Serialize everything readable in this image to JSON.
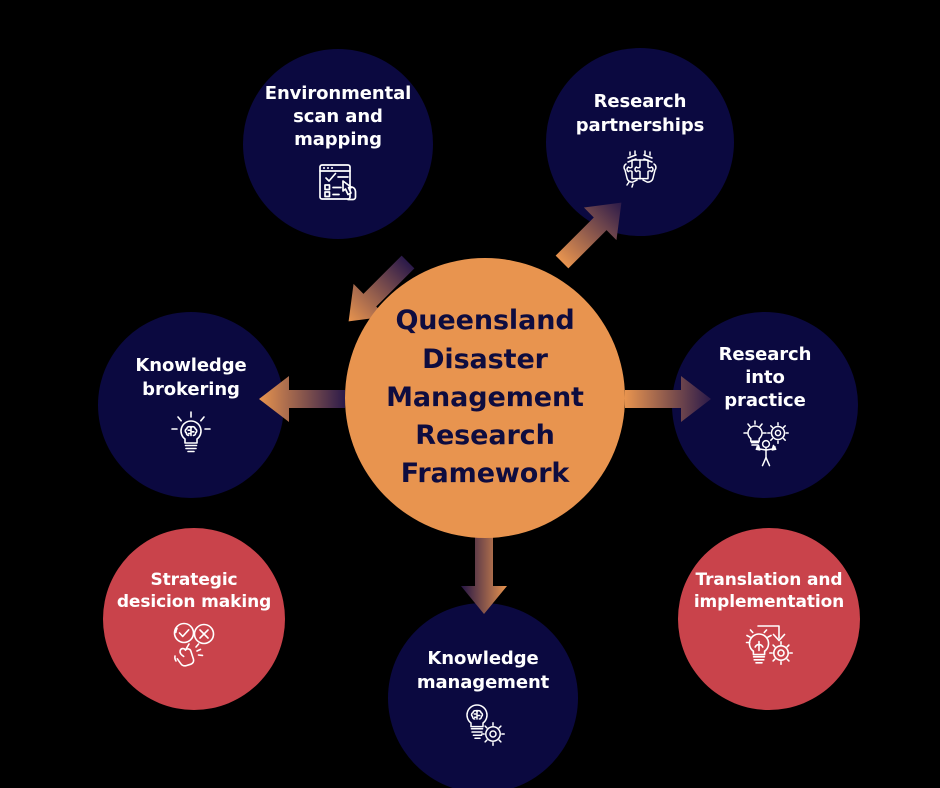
{
  "diagram": {
    "title": "Queensland Disaster Management Research Framework",
    "background_color": "#000000",
    "colors": {
      "hub": "#E8944F",
      "primary_node": "#0B0940",
      "secondary_node": "#C9434B",
      "hub_text": "#0E0C3F",
      "node_text": "#FFFFFF",
      "arrow_start": "#E8944F",
      "arrow_end": "#2B1A4A"
    },
    "hub": {
      "id": "hub",
      "label": "Queensland\nDisaster\nManagement\nResearch\nFramework",
      "icon": "none"
    },
    "nodes": [
      {
        "id": "environmental-scan-and-mapping",
        "label": "Environmental\nscan and\nmapping",
        "icon": "checklist-hand-icon",
        "color": "#0B0940",
        "connector": "arrow-from-hub"
      },
      {
        "id": "research-partnerships",
        "label": "Research\npartnerships",
        "icon": "puzzle-hands-icon",
        "color": "#0B0940",
        "connector": "arrow-from-hub"
      },
      {
        "id": "knowledge-brokering",
        "label": "Knowledge\nbrokering",
        "icon": "brain-lightbulb-icon",
        "color": "#0B0940",
        "connector": "arrow-from-hub"
      },
      {
        "id": "research-into-practice",
        "label": "Research\ninto\npractice",
        "icon": "person-lightbulb-gear-icon",
        "color": "#0B0940",
        "connector": "arrow-from-hub"
      },
      {
        "id": "knowledge-management",
        "label": "Knowledge\nmanagement",
        "icon": "brain-lightbulb-gear-icon",
        "color": "#0B0940",
        "connector": "arrow-from-hub"
      },
      {
        "id": "strategic-desicion-making",
        "label": "Strategic\ndesicion making",
        "icon": "tick-cross-hand-icon",
        "color": "#C9434B",
        "connector": "dotted-from-knowledge-brokering"
      },
      {
        "id": "translation-and-implementation",
        "label": "Translation and\nimplementation",
        "icon": "lightbulb-arrow-gear-icon",
        "color": "#C9434B",
        "connector": "dotted-from-research-into-practice"
      }
    ]
  }
}
